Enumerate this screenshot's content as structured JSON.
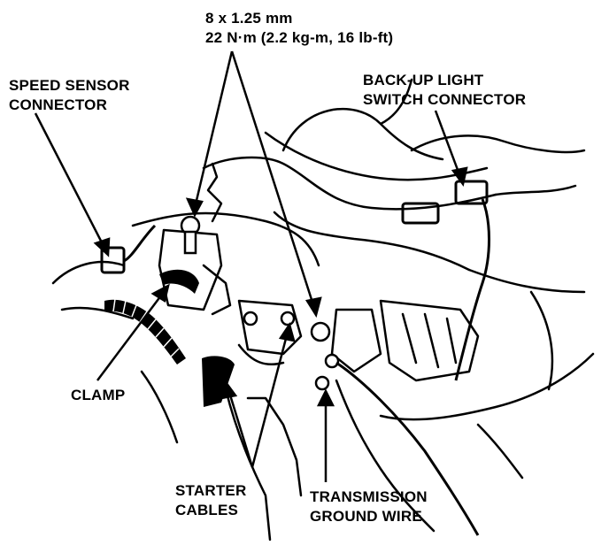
{
  "callouts": {
    "bolt_spec": {
      "line1": "8 x 1.25 mm",
      "line2": "22 N·m (2.2 kg-m, 16 lb-ft)"
    },
    "speed_sensor": {
      "line1": "SPEED SENSOR",
      "line2": "CONNECTOR"
    },
    "backup_switch": {
      "line1": "BACK-UP LIGHT",
      "line2": "SWITCH CONNECTOR"
    },
    "clamp": {
      "line1": "CLAMP"
    },
    "starter_cables": {
      "line1": "STARTER",
      "line2": "CABLES"
    },
    "ground_wire": {
      "line1": "TRANSMISSION",
      "line2": "GROUND WIRE"
    }
  },
  "colors": {
    "ink": "#000000",
    "paper": "#ffffff"
  }
}
